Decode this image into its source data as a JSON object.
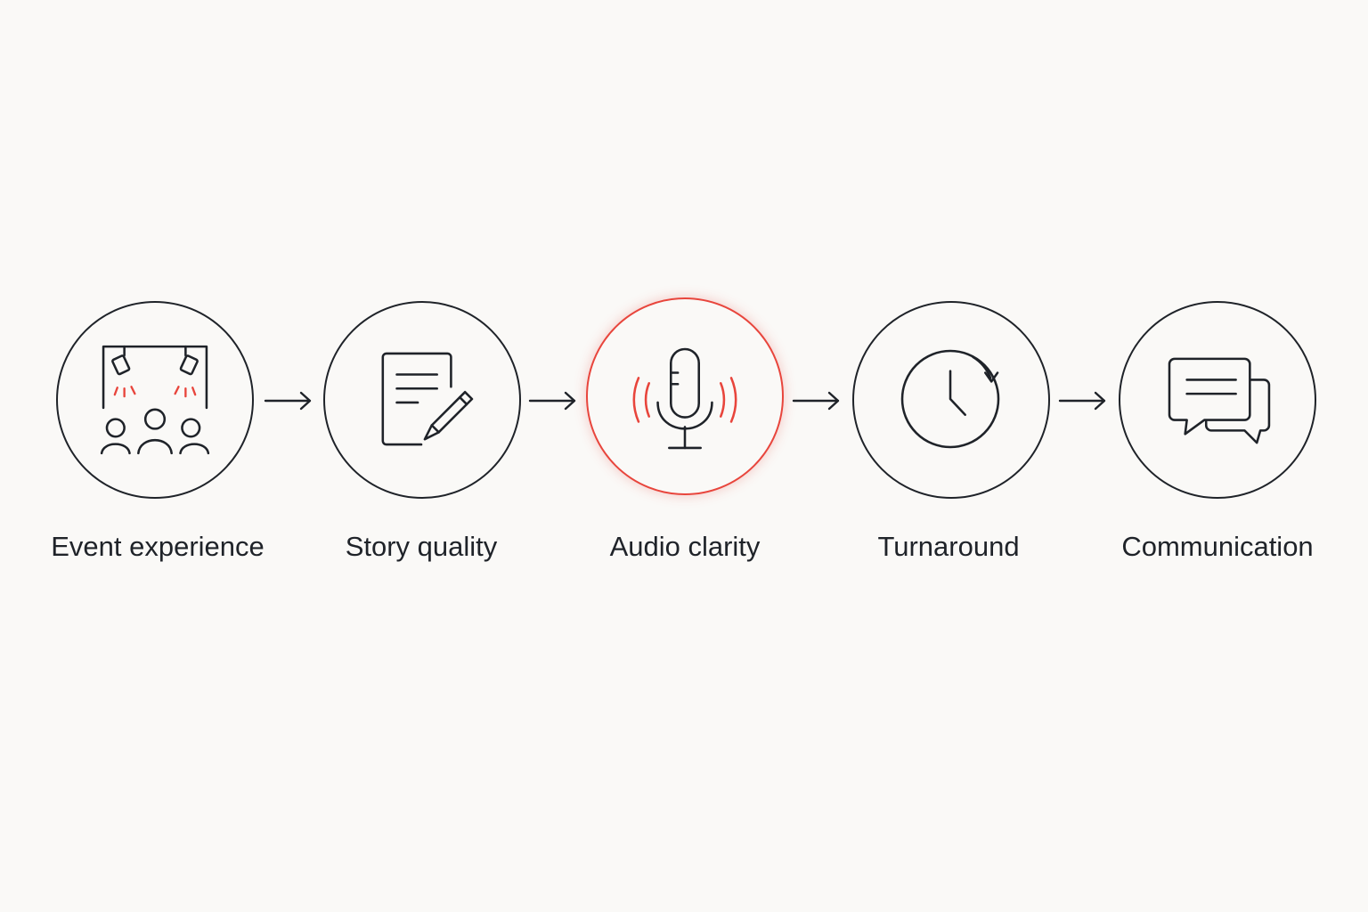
{
  "steps": [
    {
      "label": "Event experience",
      "icon": "stage-audience-icon",
      "active": false
    },
    {
      "label": "Story quality",
      "icon": "document-pencil-icon",
      "active": false
    },
    {
      "label": "Audio clarity",
      "icon": "microphone-icon",
      "active": true
    },
    {
      "label": "Turnaround",
      "icon": "clock-icon",
      "active": false
    },
    {
      "label": "Communication",
      "icon": "chat-bubbles-icon",
      "active": false
    }
  ],
  "connectors": [
    "arrow-right-icon",
    "arrow-right-icon",
    "arrow-right-icon",
    "arrow-right-icon"
  ],
  "colors": {
    "stroke": "#1f2329",
    "accent": "#e8453c",
    "background": "#faf9f7"
  }
}
